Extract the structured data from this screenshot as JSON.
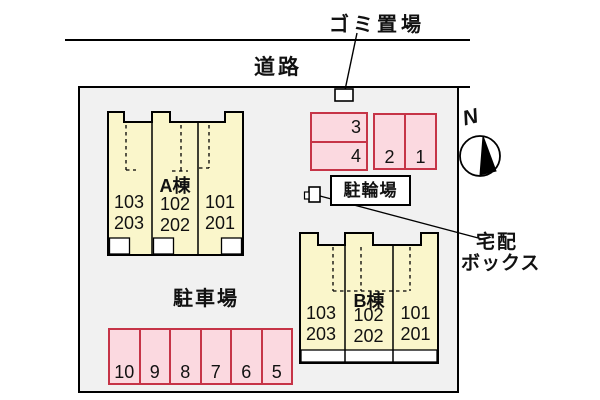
{
  "labels": {
    "garbage": "ゴミ置場",
    "road": "道路",
    "parking_lot": "駐車場",
    "bicycle_parking": "駐輪場",
    "delivery_box_line1": "宅配",
    "delivery_box_line2": "ボックス",
    "north": "N"
  },
  "building_a": {
    "name": "A棟",
    "units": [
      {
        "first_floor": "103",
        "second_floor": "203"
      },
      {
        "first_floor": "102",
        "second_floor": "202"
      },
      {
        "first_floor": "101",
        "second_floor": "201"
      }
    ]
  },
  "building_b": {
    "name": "B棟",
    "units": [
      {
        "first_floor": "103",
        "second_floor": "203"
      },
      {
        "first_floor": "102",
        "second_floor": "202"
      },
      {
        "first_floor": "101",
        "second_floor": "201"
      }
    ]
  },
  "parking": {
    "upper_stalls": [
      "3",
      "4",
      "2",
      "1"
    ],
    "lower_stalls": [
      "10",
      "9",
      "8",
      "7",
      "6",
      "5"
    ]
  },
  "icons": {
    "compass": "compass-icon",
    "garbage_marker": "garbage-box-marker",
    "delivery_marker": "delivery-box-marker"
  },
  "colors": {
    "site_background": "#F1F1F1",
    "building_fill": "#FAF6CB",
    "stall_fill": "#FBD9E0",
    "stall_border": "#C63447",
    "outline": "#000000"
  }
}
